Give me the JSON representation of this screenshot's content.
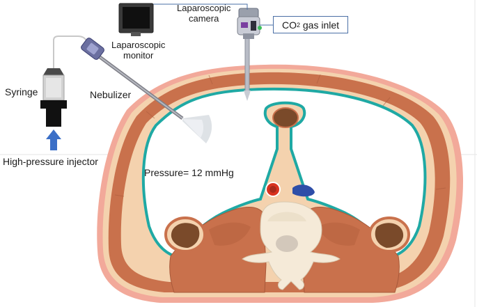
{
  "labels": {
    "laparoscopic_camera": [
      "Laparoscopic",
      "camera"
    ],
    "laparoscopic_monitor": [
      "Laparoscopic",
      "monitor"
    ],
    "nebulizer": "Nebulizer",
    "syringe": "Syringe",
    "high_pressure_injector": "High-pressure injector",
    "pressure": "Pressure= 12 mmHg",
    "co2_inlet": {
      "prefix": "CO",
      "subscript": "2",
      "suffix": " gas inlet"
    }
  },
  "colors": {
    "skin": "#f2a99a",
    "fat": "#f4d2ae",
    "muscle": "#c9714c",
    "muscle_dark": "#a8593a",
    "peritoneum": "#1fa9a4",
    "bone": "#f5ead8",
    "kidney": "#7a4a2a",
    "aorta": "#d9321f",
    "vena_cava": "#2e4ea8",
    "injector_arrow": "#3b6fc7",
    "callout_border": "#4a6fa5"
  }
}
